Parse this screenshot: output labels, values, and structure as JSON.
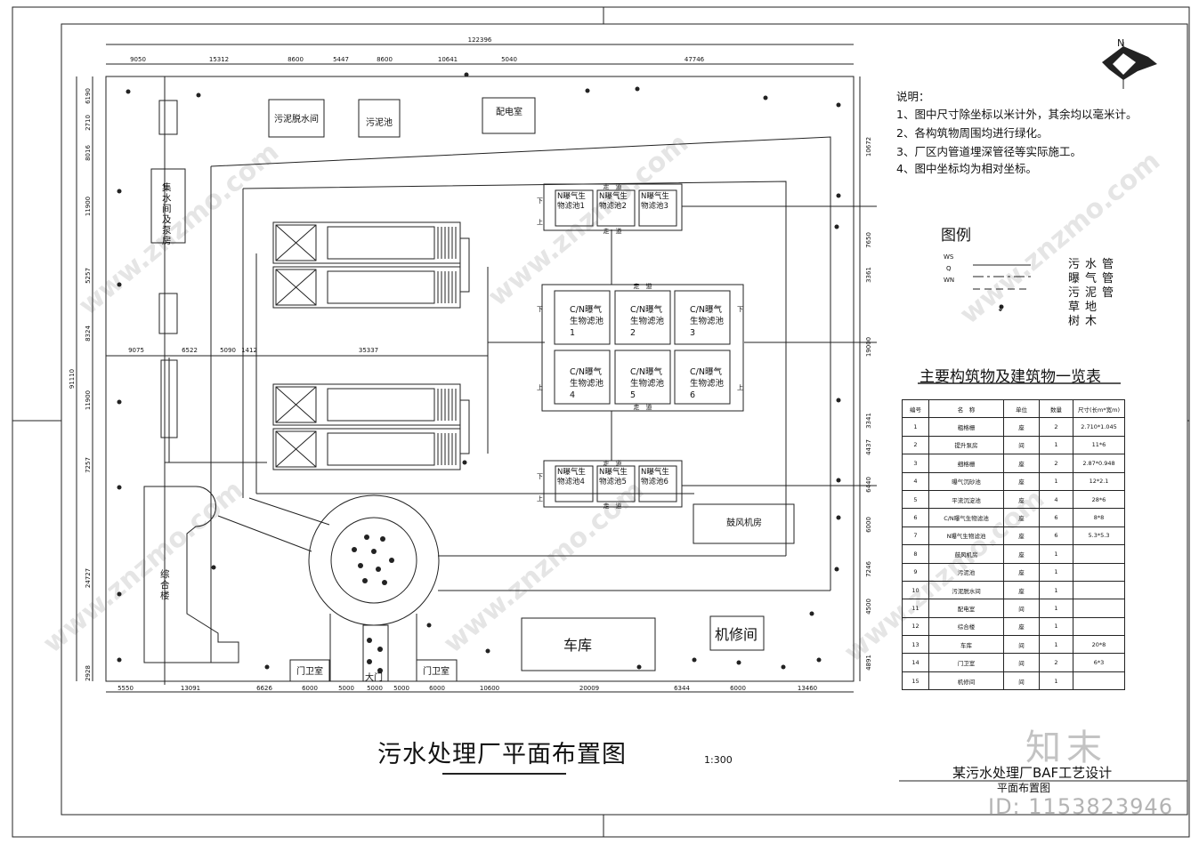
{
  "overall_dim": "122396",
  "top_dims": [
    "9050",
    "15312",
    "8600",
    "5447",
    "8600",
    "10641",
    "5040",
    "47746"
  ],
  "bottom_dims": [
    "5550",
    "13091",
    "6626",
    "6000",
    "5000",
    "5000",
    "5000",
    "6000",
    "10600",
    "20009",
    "6344",
    "6000",
    "13460"
  ],
  "left_dims": [
    "6190",
    "2710",
    "8016",
    "11900",
    "5257",
    "8324",
    "11900",
    "7257",
    "24727",
    "2928"
  ],
  "left_total": "91110",
  "right_dims": [
    "10672",
    "7650",
    "3361",
    "19000",
    "3341",
    "4437",
    "6440",
    "6000",
    "7246",
    "4500",
    "4891"
  ],
  "mid_dims": [
    "9075",
    "6522",
    "5090",
    "1412",
    "35337"
  ],
  "buildings": {
    "sludge_dewatering": "污泥脱水间",
    "sludge_tank": "污泥池",
    "power_room": "配电室",
    "pump_room": "集水间及泵房",
    "blower_room": "鼓风机房",
    "office": "综合楼",
    "garage": "车库",
    "repair": "机修间",
    "guard_left": "门卫室",
    "guard_right": "门卫室",
    "gate": "大门"
  },
  "walkway": "走　道",
  "stair_down": "下",
  "stair_up": "上",
  "n_filters_top": [
    "N曝气生物滤池1",
    "N曝气生物滤池2",
    "N曝气生物滤池3"
  ],
  "n_filters_bottom": [
    "N曝气生物滤池4",
    "N曝气生物滤池5",
    "N曝气生物滤池6"
  ],
  "cn_filters": [
    "C/N曝气生物滤池1",
    "C/N曝气生物滤池2",
    "C/N曝气生物滤池3",
    "C/N曝气生物滤池4",
    "C/N曝气生物滤池5",
    "C/N曝气生物滤池6"
  ],
  "notes_title": "说明：",
  "notes": [
    "1、图中尺寸除坐标以米计外，其余均以毫米计。",
    "2、各构筑物周围均进行绿化。",
    "3、厂区内管道埋深管径等实际施工。",
    "4、图中坐标均为相对坐标。"
  ],
  "north": "N",
  "legend_title": "图例",
  "legend": [
    {
      "code": "WS",
      "label": "污水管"
    },
    {
      "code": "Q",
      "label": "曝气管"
    },
    {
      "code": "WN",
      "label": "污泥管"
    },
    {
      "code": "",
      "label": "草地"
    },
    {
      "code": "",
      "label": "树木"
    }
  ],
  "table_title": "主要构筑物及建筑物一览表",
  "table_header": [
    "编号",
    "名　称",
    "单位",
    "数量",
    "尺寸(长m*宽m)"
  ],
  "table_rows": [
    [
      "1",
      "粗格栅",
      "座",
      "2",
      "2.710*1.045"
    ],
    [
      "2",
      "提升泵房",
      "间",
      "1",
      "11*6"
    ],
    [
      "3",
      "细格栅",
      "座",
      "2",
      "2.87*0.948"
    ],
    [
      "4",
      "曝气沉砂池",
      "座",
      "1",
      "12*2.1"
    ],
    [
      "5",
      "平流沉淀池",
      "座",
      "4",
      "28*6"
    ],
    [
      "6",
      "C/N曝气生物滤池",
      "座",
      "6",
      "8*8"
    ],
    [
      "7",
      "N曝气生物滤池",
      "座",
      "6",
      "5.3*5.3"
    ],
    [
      "8",
      "鼓风机房",
      "座",
      "1",
      ""
    ],
    [
      "9",
      "污泥池",
      "座",
      "1",
      ""
    ],
    [
      "10",
      "污泥脱水间",
      "座",
      "1",
      ""
    ],
    [
      "11",
      "配电室",
      "间",
      "1",
      ""
    ],
    [
      "12",
      "综合楼",
      "座",
      "1",
      ""
    ],
    [
      "13",
      "车库",
      "间",
      "1",
      "20*8"
    ],
    [
      "14",
      "门卫室",
      "间",
      "2",
      "6*3"
    ],
    [
      "15",
      "机修间",
      "间",
      "1",
      ""
    ]
  ],
  "drawing_title": "污水处理厂平面布置图",
  "scale": "1:300",
  "project_title": "某污水处理厂BAF工艺设计",
  "project_subtitle": "平面布置图",
  "watermark": "www.znzmo.com",
  "logo_text": "知末",
  "id_text": "ID: 1153823946"
}
